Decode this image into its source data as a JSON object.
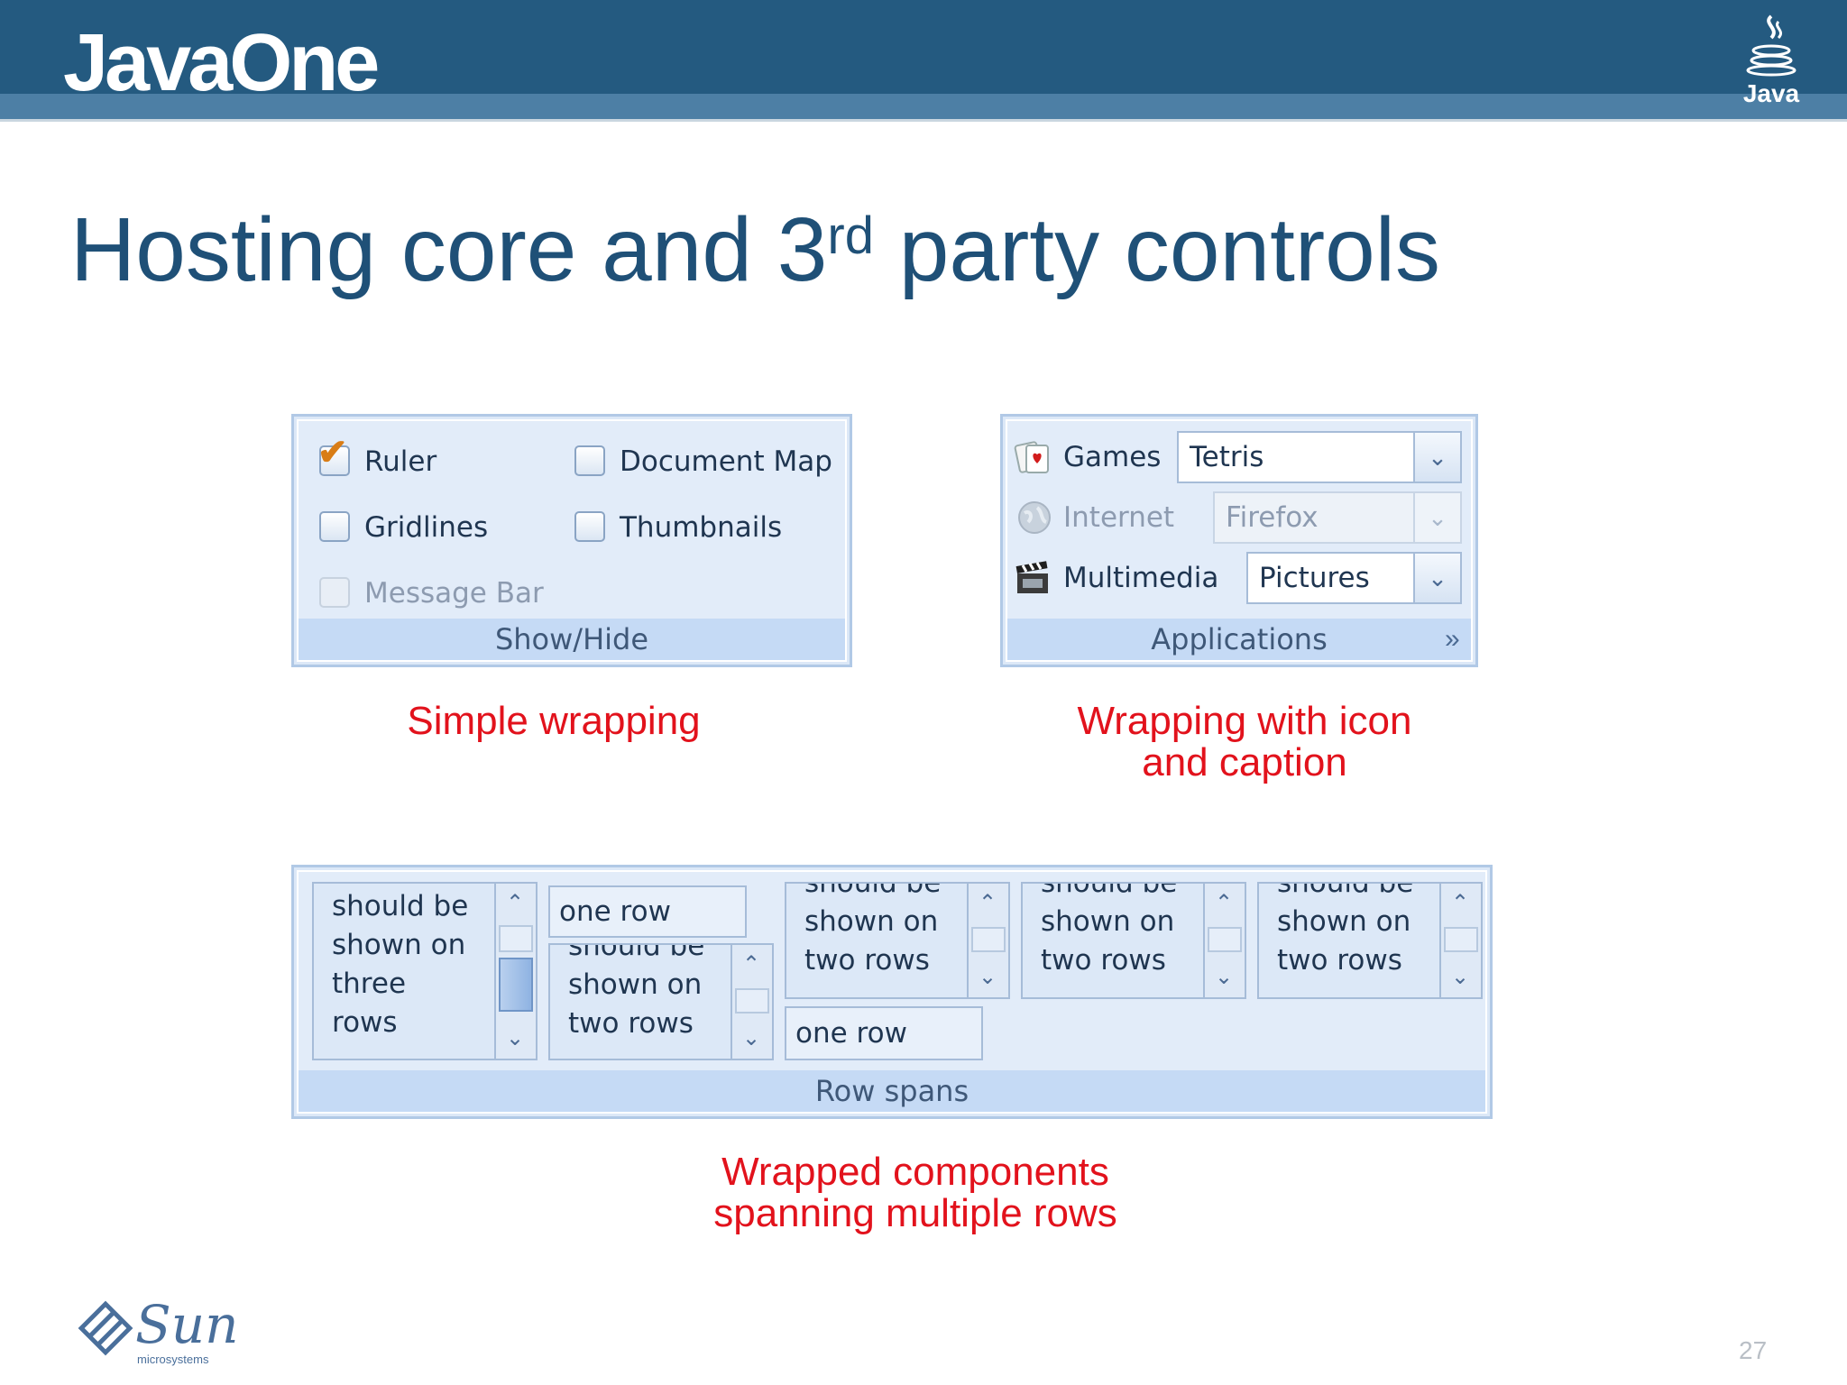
{
  "header": {
    "brand": "JavaOne",
    "java_logo": "Java"
  },
  "slide": {
    "title_main": "Hosting core and 3",
    "title_sup": "rd",
    "title_rest": " party controls",
    "page_number": "27"
  },
  "show_hide": {
    "items": [
      {
        "label": "Ruler",
        "checked": true,
        "enabled": true
      },
      {
        "label": "Document Map",
        "checked": false,
        "enabled": true
      },
      {
        "label": "Gridlines",
        "checked": false,
        "enabled": true
      },
      {
        "label": "Thumbnails",
        "checked": false,
        "enabled": true
      },
      {
        "label": "Message Bar",
        "checked": false,
        "enabled": false
      }
    ],
    "caption": "Show/Hide"
  },
  "applications": {
    "rows": [
      {
        "label": "Games",
        "value": "Tetris",
        "icon": "cards-icon",
        "enabled": true
      },
      {
        "label": "Internet",
        "value": "Firefox",
        "icon": "globe-icon",
        "enabled": false
      },
      {
        "label": "Multimedia",
        "value": "Pictures",
        "icon": "clapperboard-icon",
        "enabled": true
      }
    ],
    "caption": "Applications",
    "launcher": "»"
  },
  "row_spans": {
    "three_rows_text": "should be\nshown on\nthree\nrows",
    "one_row_text": "one row",
    "two_rows_text": "should be\nshown on\ntwo rows",
    "caption": "Row spans"
  },
  "labels": {
    "simple": "Simple wrapping",
    "icon_caption_1": "Wrapping with icon",
    "icon_caption_2": "and caption",
    "row_span_1": "Wrapped components",
    "row_span_2": "spanning multiple rows"
  },
  "footer": {
    "logo": "Sun",
    "logo_sub": "microsystems"
  },
  "colors": {
    "header": "#245a80",
    "title": "#1f5077",
    "label_red": "#e2121c"
  }
}
